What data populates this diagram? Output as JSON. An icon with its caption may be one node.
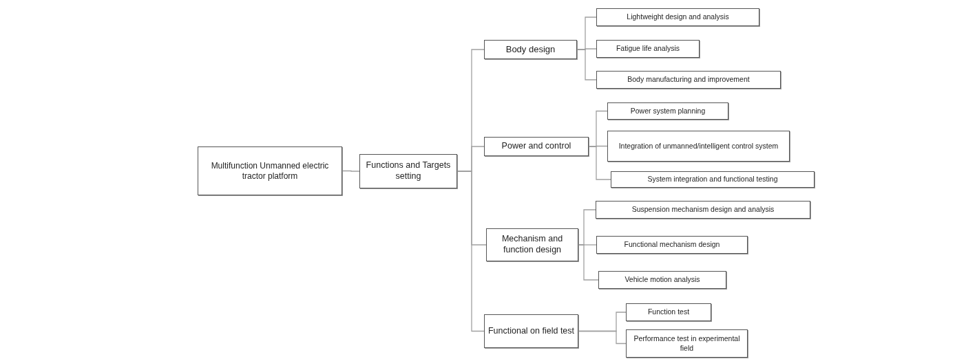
{
  "diagram": {
    "nodes": [
      {
        "text": [
          "Multifunction Unmanned electric tractor platform"
        ]
      },
      {
        "text": [
          "Functions and Targets setting"
        ]
      },
      {
        "text": [
          "Body design"
        ]
      },
      {
        "text": [
          "Power and control"
        ]
      },
      {
        "text": [
          "Mechanism and function design"
        ]
      },
      {
        "text": [
          "Functional on field test"
        ]
      },
      {
        "text": [
          "Lightweight design and analysis"
        ]
      },
      {
        "text": [
          "Fatigue life analysis"
        ]
      },
      {
        "text": [
          "Body manufacturing and improvement"
        ]
      },
      {
        "text": [
          "Power system planning"
        ]
      },
      {
        "text": [
          "Integration of unmanned/intelligent control system"
        ]
      },
      {
        "text": [
          "System integration and functional testing"
        ]
      },
      {
        "text": [
          "Suspension mechanism design and analysis"
        ]
      },
      {
        "text": [
          "Functional mechanism design"
        ]
      },
      {
        "text": [
          "Vehicle motion analysis"
        ]
      },
      {
        "text": [
          "Function test"
        ]
      },
      {
        "text": [
          "Performance test in experimental field"
        ]
      }
    ],
    "edges": [
      {
        "from": 0,
        "to": 1,
        "arrow": "none"
      },
      {
        "from": 1,
        "to": 2,
        "arrow": "none"
      },
      {
        "from": 1,
        "to": 3,
        "arrow": "none"
      },
      {
        "from": 1,
        "to": 4,
        "arrow": "none"
      },
      {
        "from": 1,
        "to": 5,
        "arrow": "none"
      },
      {
        "from": 2,
        "to": 6,
        "arrow": "none"
      },
      {
        "from": 2,
        "to": 7,
        "arrow": "none"
      },
      {
        "from": 2,
        "to": 8,
        "arrow": "none"
      },
      {
        "from": 3,
        "to": 9,
        "arrow": "none"
      },
      {
        "from": 3,
        "to": 10,
        "arrow": "none"
      },
      {
        "from": 3,
        "to": 11,
        "arrow": "none"
      },
      {
        "from": 4,
        "to": 12,
        "arrow": "none"
      },
      {
        "from": 4,
        "to": 13,
        "arrow": "none"
      },
      {
        "from": 4,
        "to": 14,
        "arrow": "none"
      },
      {
        "from": 5,
        "to": 15,
        "arrow": "none"
      },
      {
        "from": 5,
        "to": 16,
        "arrow": "none"
      }
    ]
  }
}
